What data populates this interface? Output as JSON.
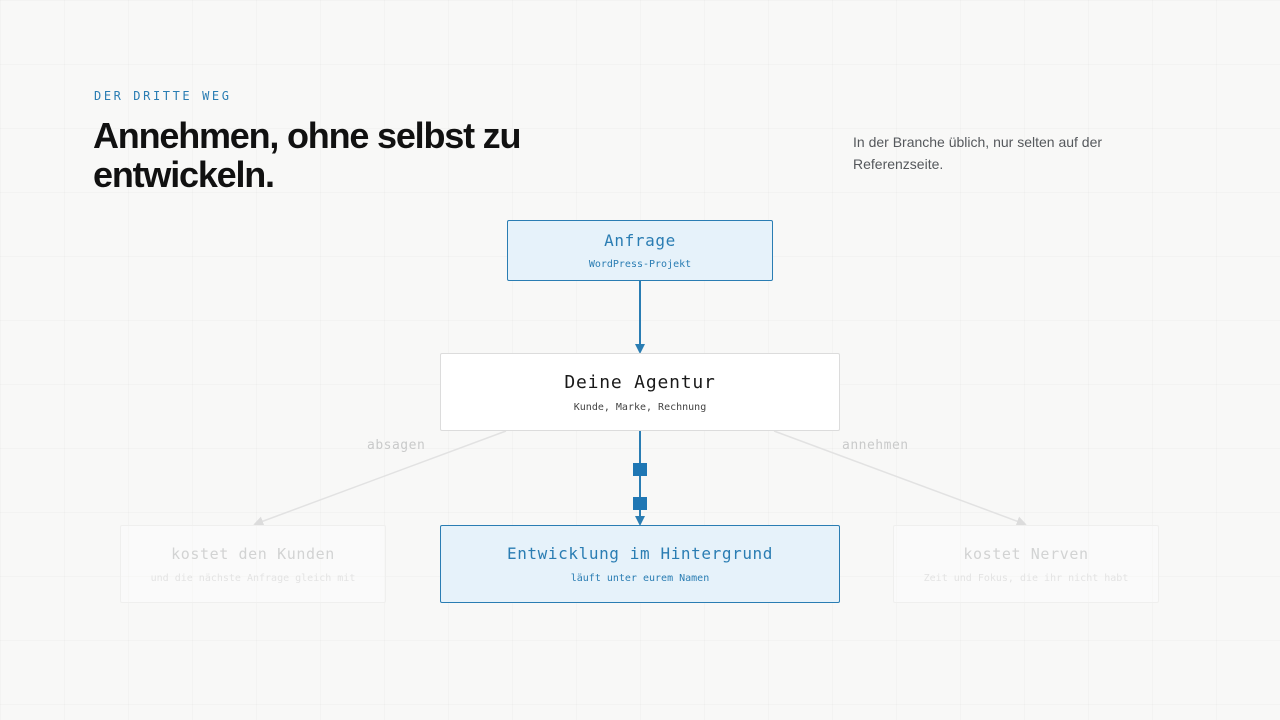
{
  "section": {
    "eyebrow": "DER DRITTE WEG",
    "title": "Annehmen, ohne selbst zu entwickeln.",
    "note": "In der Branche üblich, nur selten auf der Referenzseite."
  },
  "diagram": {
    "nodes": {
      "anfrage": {
        "title": "Anfrage",
        "subtitle": "WordPress-Projekt"
      },
      "agentur": {
        "title": "Deine Agentur",
        "subtitle": "Kunde, Marke, Rechnung"
      },
      "entwicklung": {
        "title": "Entwicklung im Hintergrund",
        "subtitle": "läuft unter eurem Namen"
      },
      "kunden": {
        "title": "kostet den Kunden",
        "subtitle": "und die nächste Anfrage gleich mit"
      },
      "nerven": {
        "title": "kostet Nerven",
        "subtitle": "Zeit und Fokus, die ihr nicht habt"
      }
    },
    "edges": {
      "absagen_label": "absagen",
      "annehmen_label": "annehmen"
    }
  },
  "colors": {
    "accent": "#2a7db3",
    "accent_fill": "#e6f2fa",
    "muted": "#d2d3d3",
    "text": "#111111",
    "background": "#f8f8f7"
  }
}
